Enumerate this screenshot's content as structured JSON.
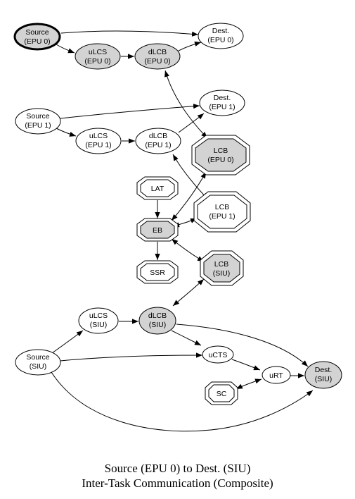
{
  "colors": {
    "background": "#ffffff",
    "stroke": "#000000",
    "filled_node": "#d3d3d3",
    "plain_node": "#ffffff"
  },
  "nodes": {
    "src_epu0": {
      "l1": "Source",
      "l2": "(EPU 0)"
    },
    "dest_epu0": {
      "l1": "Dest.",
      "l2": "(EPU 0)"
    },
    "ulcs_epu0": {
      "l1": "uLCS",
      "l2": "(EPU 0)"
    },
    "dlcb_epu0": {
      "l1": "dLCB",
      "l2": "(EPU 0)"
    },
    "src_epu1": {
      "l1": "Source",
      "l2": "(EPU 1)"
    },
    "dest_epu1": {
      "l1": "Dest.",
      "l2": "(EPU 1)"
    },
    "ulcs_epu1": {
      "l1": "uLCS",
      "l2": "(EPU 1)"
    },
    "dlcb_epu1": {
      "l1": "dLCB",
      "l2": "(EPU 1)"
    },
    "lcb_epu0": {
      "l1": "LCB",
      "l2": "(EPU 0)"
    },
    "lcb_epu1": {
      "l1": "LCB",
      "l2": "(EPU 1)"
    },
    "lat": {
      "l1": "LAT"
    },
    "eb": {
      "l1": "EB"
    },
    "ssr": {
      "l1": "SSR"
    },
    "lcb_siu": {
      "l1": "LCB",
      "l2": "(SIU)"
    },
    "ulcs_siu": {
      "l1": "uLCS",
      "l2": "(SIU)"
    },
    "dlcb_siu": {
      "l1": "dLCB",
      "l2": "(SIU)"
    },
    "src_siu": {
      "l1": "Source",
      "l2": "(SIU)"
    },
    "ucts": {
      "l1": "uCTS"
    },
    "urt": {
      "l1": "uRT"
    },
    "dest_siu": {
      "l1": "Dest.",
      "l2": "(SIU)"
    },
    "sc": {
      "l1": "SC"
    }
  },
  "caption": {
    "line1": "Source (EPU 0) to Dest. (SIU)",
    "line2": "Inter-Task Communication (Composite)"
  }
}
